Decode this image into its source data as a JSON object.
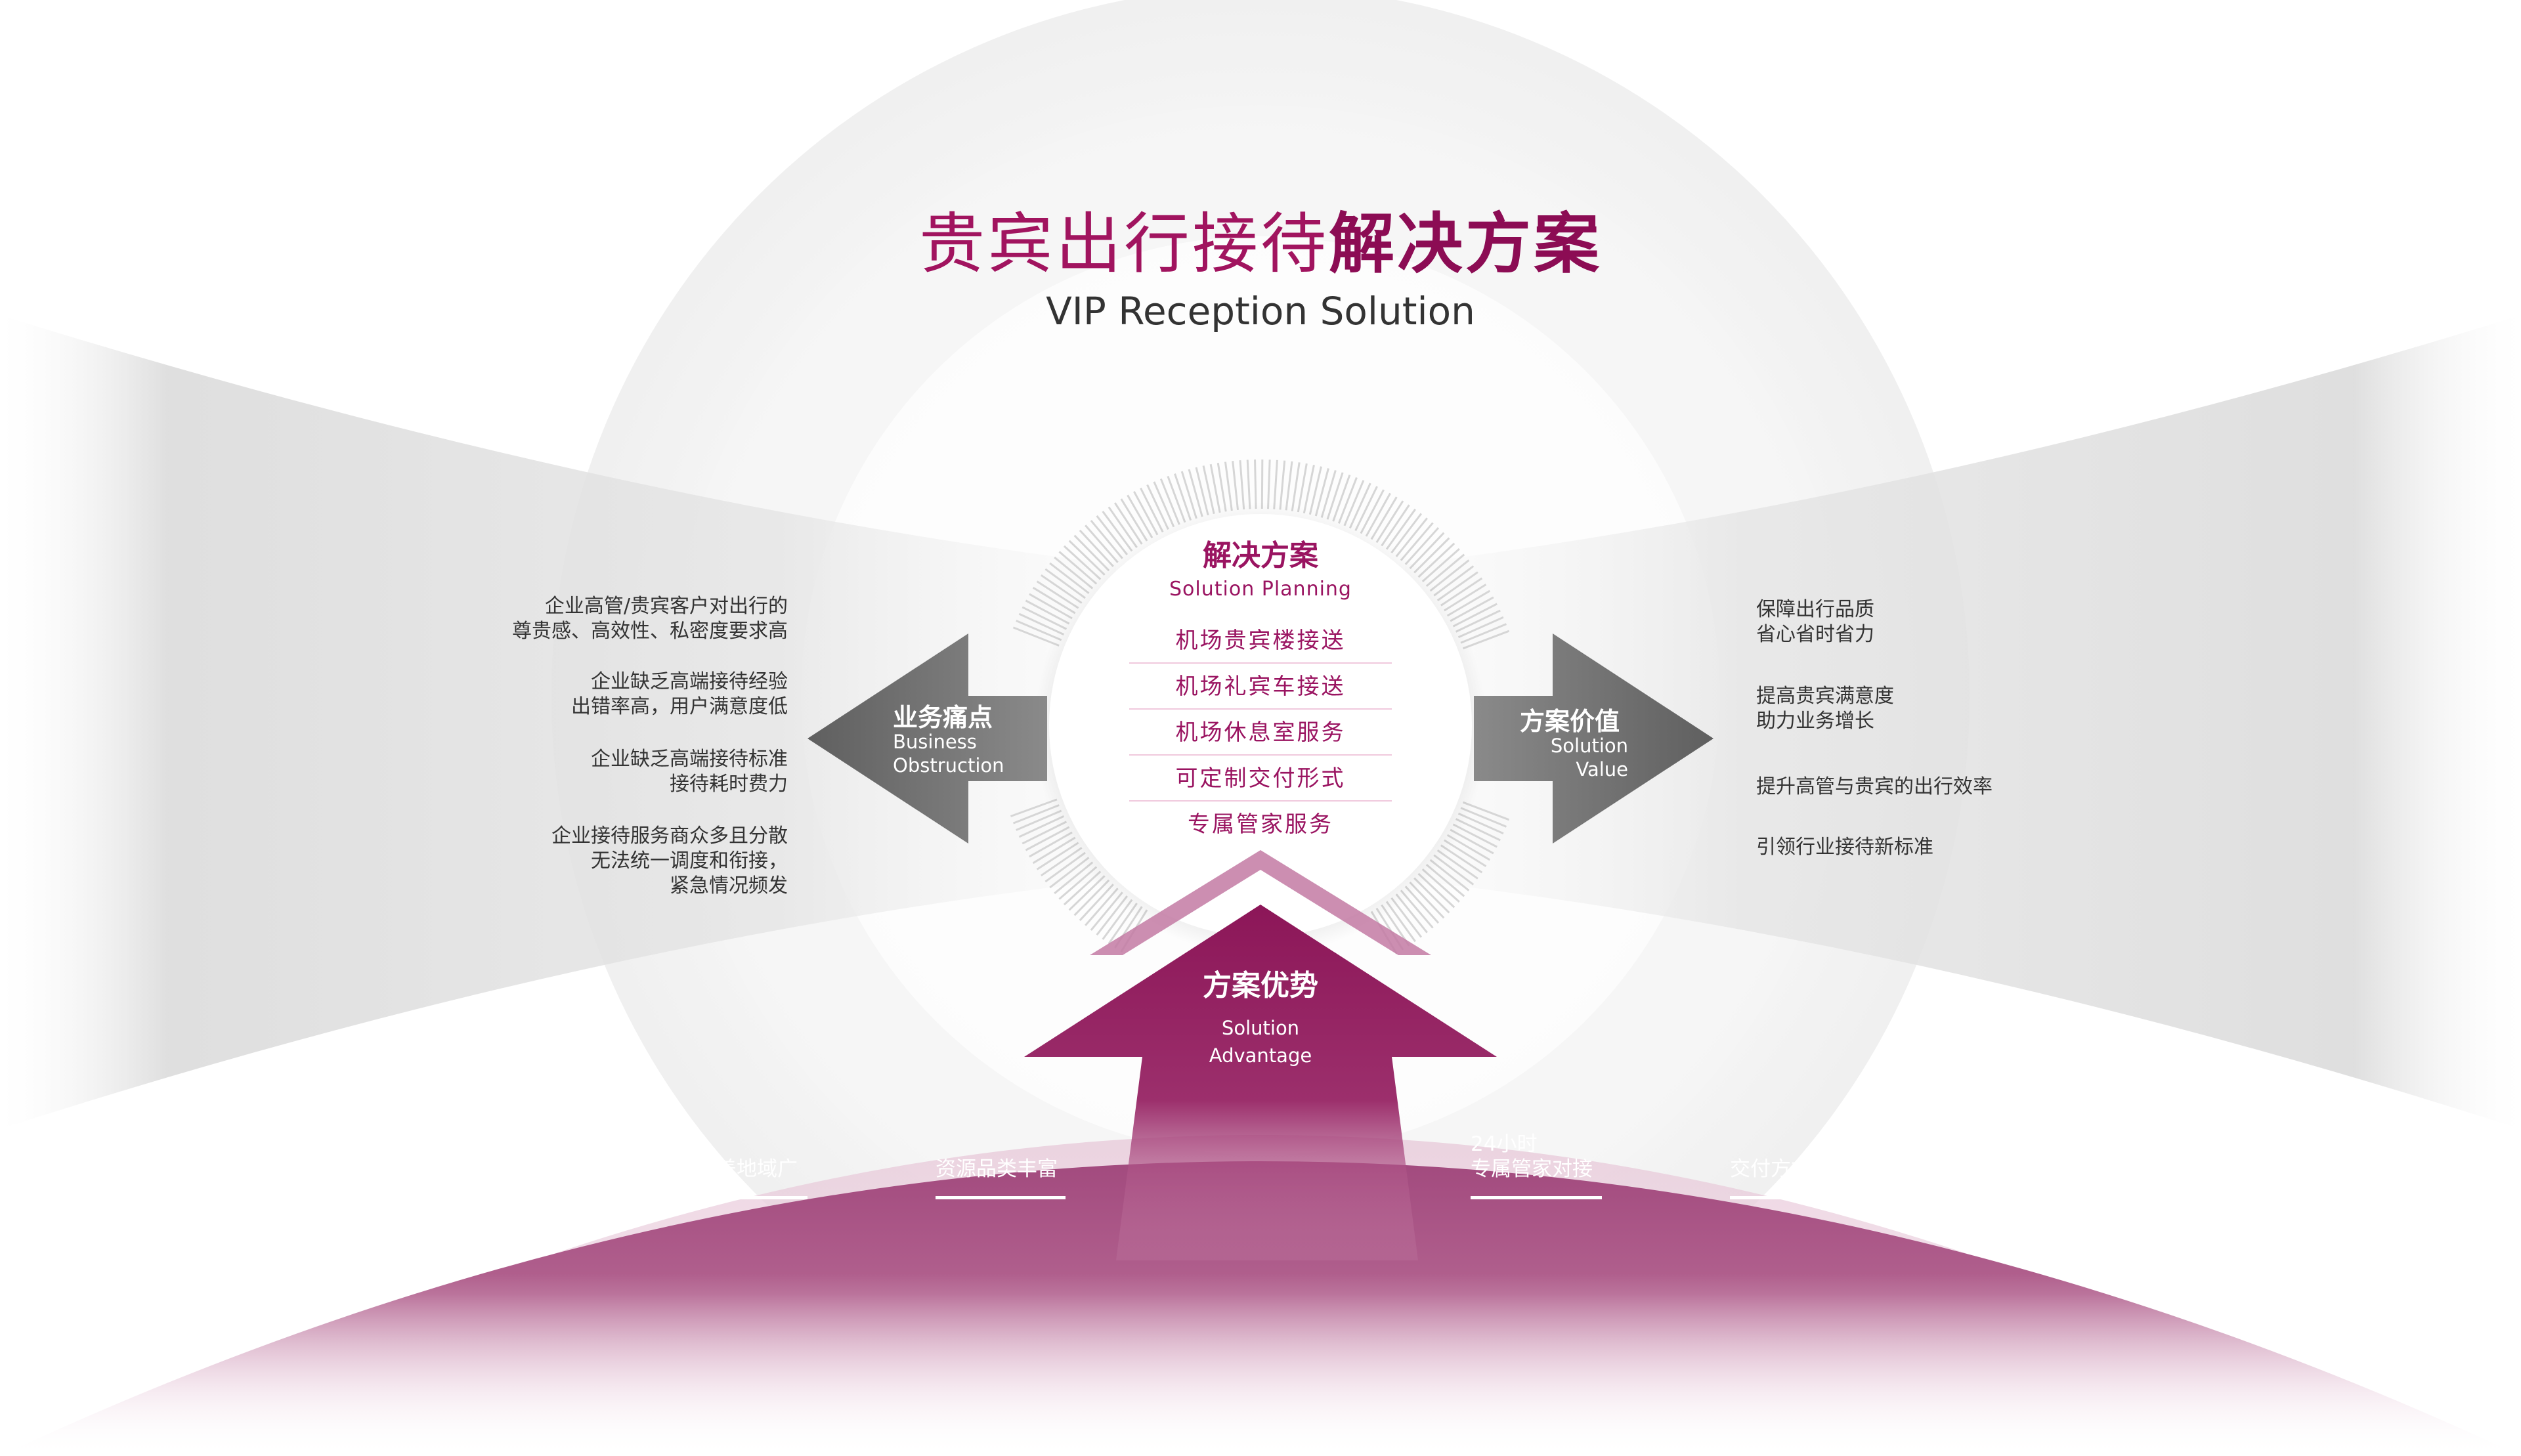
{
  "title": {
    "main_regular": "贵宾出行接待",
    "main_bold": "解决方案",
    "subtitle": "VIP Reception Solution"
  },
  "center": {
    "heading": "解决方案",
    "heading_en": "Solution Planning",
    "items": [
      "机场贵宾楼接送",
      "机场礼宾车接送",
      "机场休息室服务",
      "可定制交付形式",
      "专属管家服务"
    ]
  },
  "left_arrow": {
    "title": "业务痛点",
    "en_line1": "Business",
    "en_line2": "Obstruction",
    "points": [
      [
        "企业高管/贵宾客户对出行的",
        "尊贵感、高效性、私密度要求高"
      ],
      [
        "企业缺乏高端接待经验",
        "出错率高，用户满意度低"
      ],
      [
        "企业缺乏高端接待标准",
        "接待耗时费力"
      ],
      [
        "企业接待服务商众多且分散",
        "无法统一调度和衔接，",
        "紧急情况频发"
      ]
    ]
  },
  "right_arrow": {
    "title": "方案价值",
    "en_line1": "Solution",
    "en_line2": "Value",
    "points": [
      [
        "保障出行品质",
        "省心省时省力"
      ],
      [
        "提高贵宾满意度",
        "助力业务增长"
      ],
      [
        "提升高管与贵宾的出行效率"
      ],
      [
        "引领行业接待新标准"
      ]
    ]
  },
  "advantage": {
    "title": "方案优势",
    "en_line1": "Solution",
    "en_line2": "Advantage",
    "items": [
      [
        "资源覆盖地域广"
      ],
      [
        "资源品类丰富"
      ],
      [
        "24小时",
        "专属管家对接"
      ],
      [
        "交付方式多样"
      ]
    ]
  },
  "colors": {
    "brand": "#9a1461",
    "brand_dark": "#8c0c54",
    "arrow_gray": "#6e6e6e",
    "text": "#333333"
  }
}
